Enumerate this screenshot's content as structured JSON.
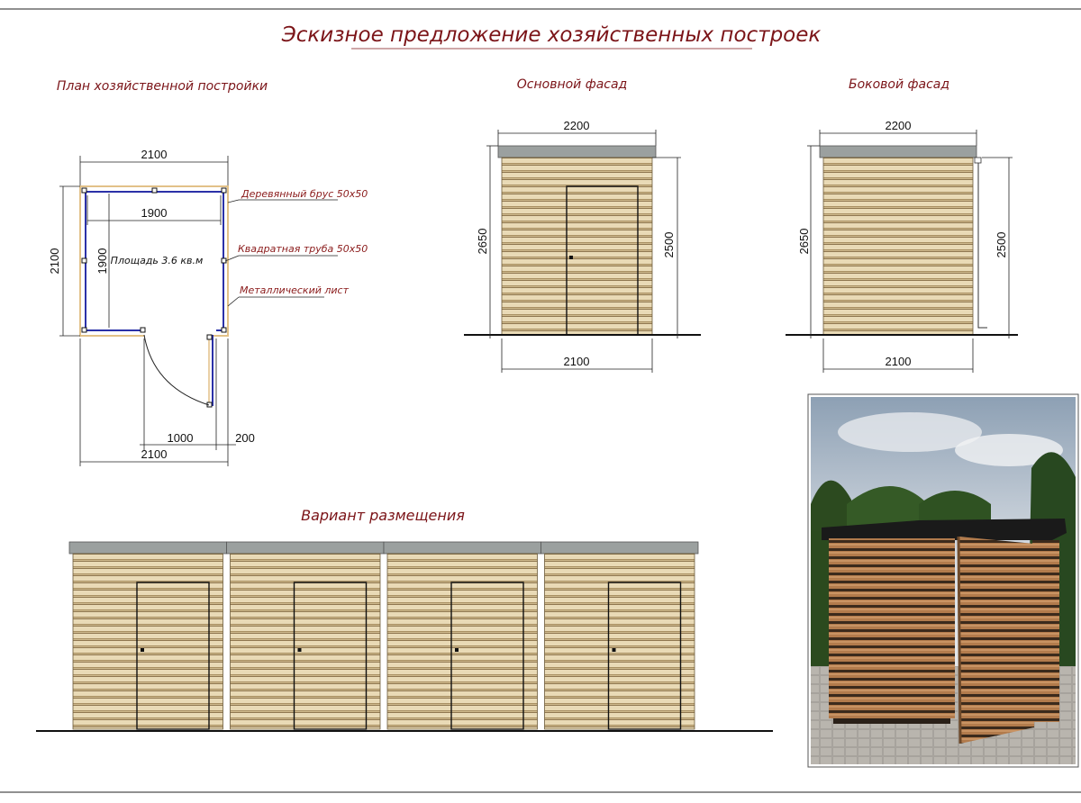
{
  "sheet_title": "Эскизное предложение хозяйственных построек",
  "plan": {
    "title": "План хозяйственной постройки",
    "dim_top": "2100",
    "dim_inner": "1900",
    "dim_left": "2100",
    "dim_inner_vertical": "1900",
    "area": "Площадь 3.6 кв.м",
    "dim_door": "1000",
    "dim_side": "200",
    "dim_bottom": "2100",
    "note_beam": "Деревянный брус 50х50",
    "note_pipe": "Квадратная труба 50х50",
    "note_sheet": "Металлический лист"
  },
  "front": {
    "title": "Основной фасад",
    "dim_top": "2200",
    "dim_left": "2650",
    "dim_right": "2500",
    "dim_bottom": "2100"
  },
  "side": {
    "title": "Боковой фасад",
    "dim_top": "2200",
    "dim_left": "2650",
    "dim_right": "2500",
    "dim_bottom": "2100"
  },
  "placement": {
    "title": "Вариант размещения",
    "unit_count": 4
  },
  "colors": {
    "title": "#7b1418",
    "wood_light": "#e7d7b3",
    "wood_dark": "#b39a6c",
    "roof": "#9ba09f",
    "blue_frame": "#2b31a8"
  }
}
